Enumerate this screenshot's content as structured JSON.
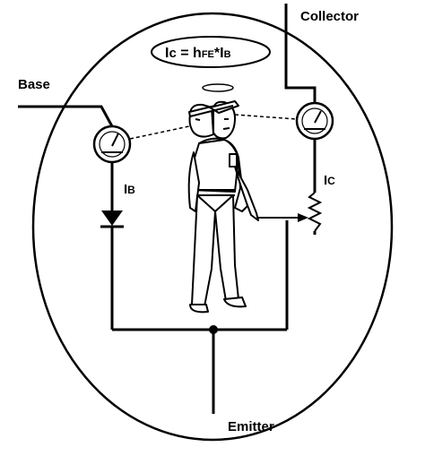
{
  "labels": {
    "collector": "Collector",
    "base": "Base",
    "emitter": "Emitter",
    "ib_main": "I",
    "ib_sub": "B",
    "ic_main": "I",
    "ic_sub": "C"
  },
  "equation": {
    "ic_main": "I",
    "ic_sub": "c",
    "eq_sign": " = h",
    "hfe_sub": "FE",
    "times": "*",
    "ib_main": "I",
    "ib_sub": "B"
  },
  "colors": {
    "ink": "#000000",
    "background": "#ffffff"
  },
  "icons": [
    "ammeter-icon",
    "diode-icon",
    "variable-resistor-icon",
    "operator-figure-icon"
  ]
}
